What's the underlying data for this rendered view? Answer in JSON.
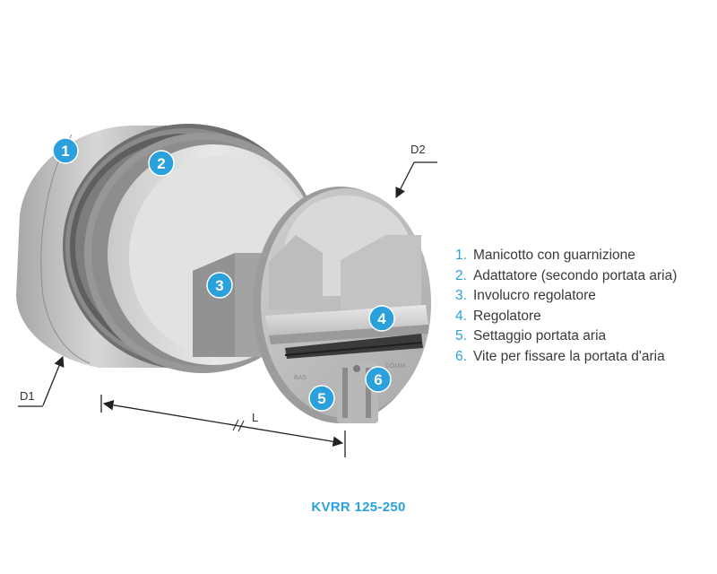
{
  "callouts": {
    "c1": "1",
    "c2": "2",
    "c3": "3",
    "c4": "4",
    "c5": "5",
    "c6": "6"
  },
  "dimensions": {
    "d1": "D1",
    "d2": "D2",
    "l": "L"
  },
  "part_labels": {
    "left": "BAS",
    "right": "COMM"
  },
  "legend": [
    {
      "num": "1.",
      "text": "Manicotto con guarnizione"
    },
    {
      "num": "2.",
      "text": "Adattatore (secondo portata aria)"
    },
    {
      "num": "3.",
      "text": "Involucro regolatore"
    },
    {
      "num": "4.",
      "text": "Regolatore"
    },
    {
      "num": "5.",
      "text": "Settaggio portata aria"
    },
    {
      "num": "6.",
      "text": "Vite per fissare la portata d'aria"
    }
  ],
  "caption": "KVRR 125-250",
  "colors": {
    "accent": "#2aa1dc",
    "text": "#3a3a3a"
  }
}
